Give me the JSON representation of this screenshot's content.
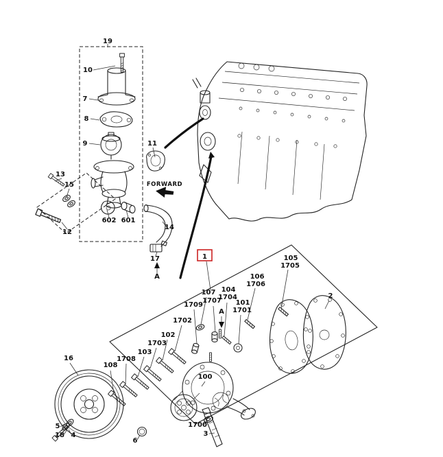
{
  "colors": {
    "highlight": "#cc2222",
    "ink": "#1b1b1b",
    "background": "#ffffff"
  },
  "diagram": {
    "forward_label": "FORWARD",
    "highlighted_callout": "1",
    "view_arrows": {
      "a_upper": "A",
      "a_lower": "A"
    },
    "callouts": {
      "c19": "19",
      "c10": "10",
      "c7": "7",
      "c8": "8",
      "c9": "9",
      "c13": "13",
      "c15": "15",
      "c12": "12",
      "c602": "602",
      "c601": "601",
      "c17": "17",
      "c11": "11",
      "c14": "14",
      "c105": "105",
      "c1705": "1705",
      "c106": "106",
      "c1706": "1706",
      "c107": "107",
      "c104": "104",
      "c1704": "1704",
      "c1709": "1709",
      "c1707": "1707",
      "c101": "101",
      "c1701": "1701",
      "c1702": "1702",
      "c102": "102",
      "c1703": "1703",
      "c103": "103",
      "c1708": "1708",
      "c108": "108",
      "c16": "16",
      "c100": "100",
      "c2": "2",
      "c5": "5",
      "c18": "18",
      "c4": "4",
      "c6": "6",
      "c1700": "1700",
      "c3": "3"
    }
  }
}
